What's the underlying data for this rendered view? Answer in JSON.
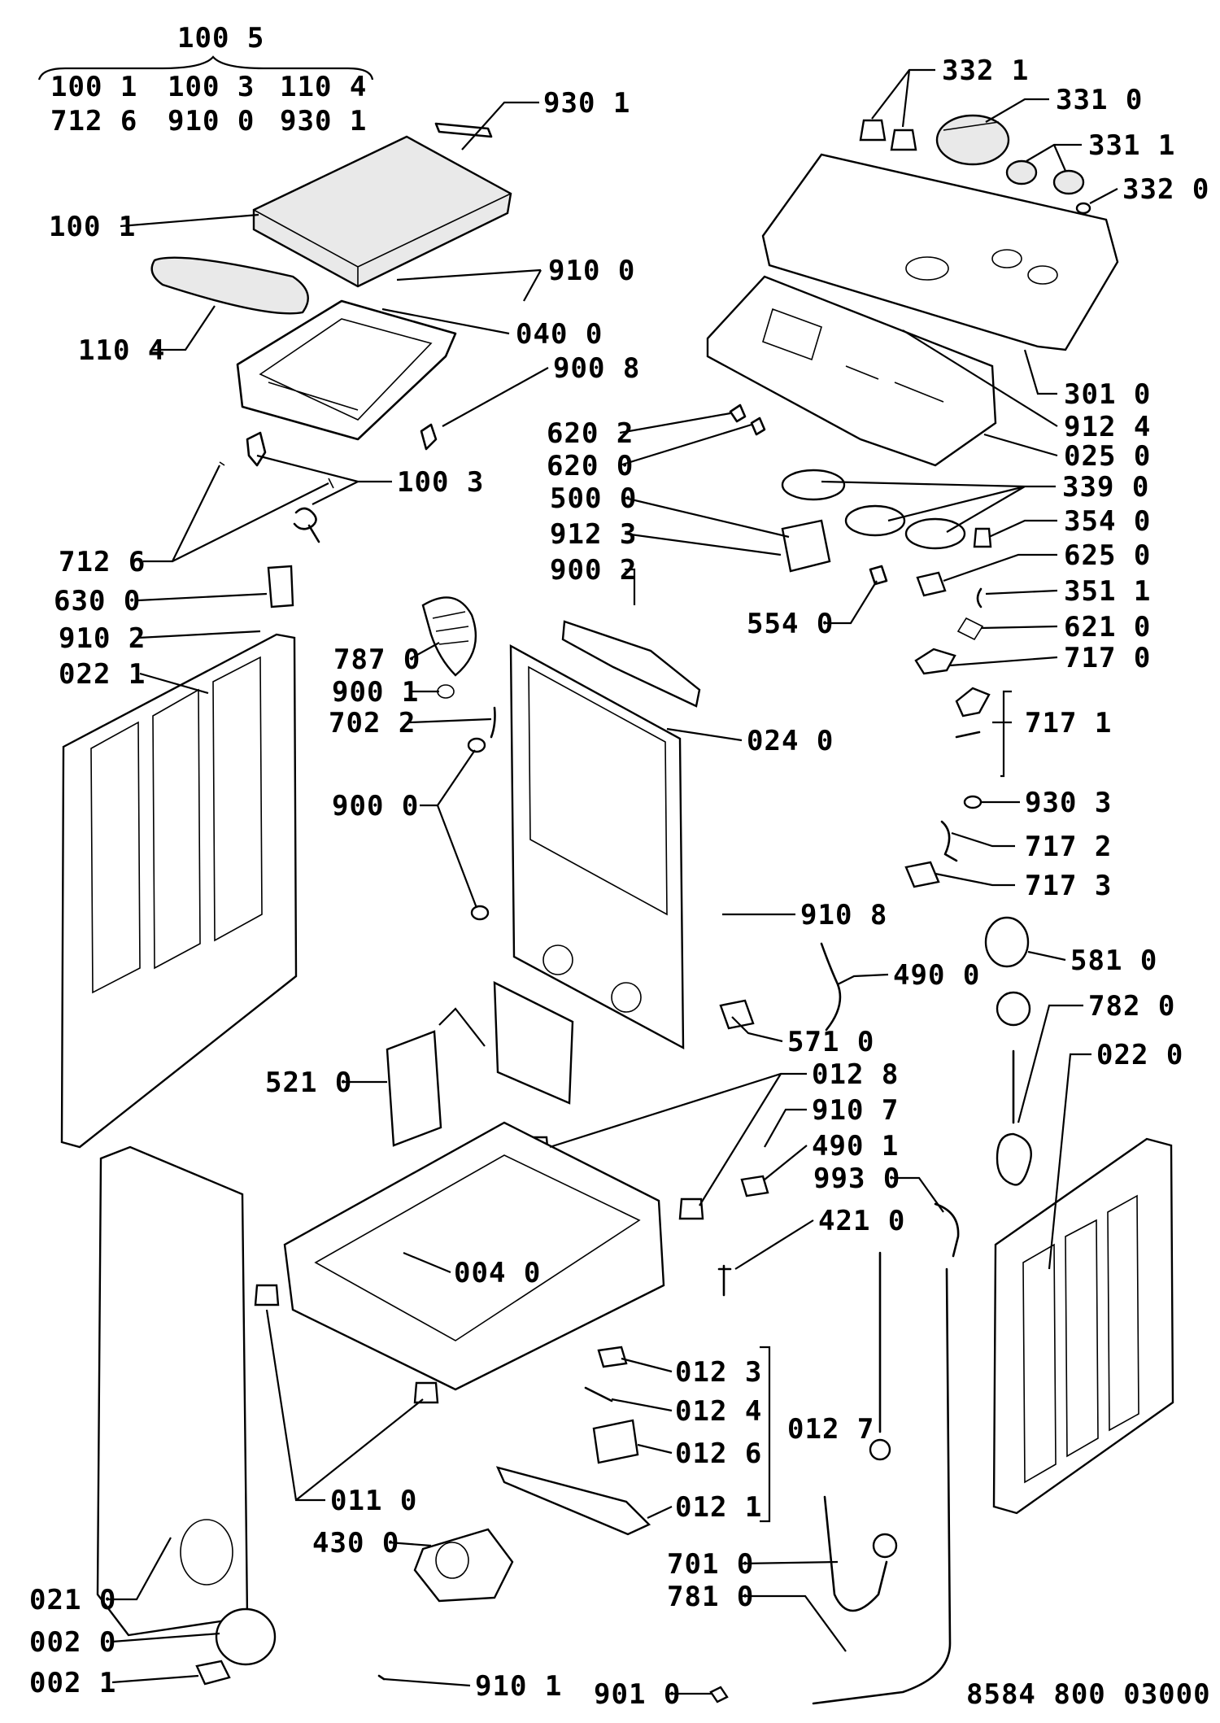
{
  "drawing_number": "8584 800 03000",
  "header": {
    "group_code": "100 5",
    "group_members_row1": [
      "100 1",
      "100 3",
      "110 4"
    ],
    "group_members_row2": [
      "712 6",
      "910 0",
      "930 1"
    ]
  },
  "parts": {
    "p9301": "930 1",
    "p1001": "100 1",
    "p9100": "910 0",
    "p1104": "110 4",
    "p0400": "040 0",
    "p9008": "900 8",
    "p1003": "100 3",
    "p7126": "712 6",
    "p6300": "630 0",
    "p9102": "910 2",
    "p0221": "022 1",
    "p3321": "332 1",
    "p3310": "331 0",
    "p3311": "331 1",
    "p3320": "332 0",
    "p3010": "301 0",
    "p9124": "912 4",
    "p0250": "025 0",
    "p6202": "620 2",
    "p6200": "620 0",
    "p5000": "500 0",
    "p9123": "912 3",
    "p9002": "900 2",
    "p3390": "339 0",
    "p3540": "354 0",
    "p6250": "625 0",
    "p5540": "554 0",
    "p3511": "351 1",
    "p6210": "621 0",
    "p7170": "717 0",
    "p7171": "717 1",
    "p7870": "787 0",
    "p9001": "900 1",
    "p7022": "702 2",
    "p0240": "024 0",
    "p9000": "900 0",
    "p9303": "930 3",
    "p7172": "717 2",
    "p7173": "717 3",
    "p9108": "910 8",
    "p5810": "581 0",
    "p4900": "490 0",
    "p7820": "782 0",
    "p5710": "571 0",
    "p0220": "022 0",
    "p5210": "521 0",
    "p0128": "012 8",
    "p9107": "910 7",
    "p4901": "490 1",
    "p9930": "993 0",
    "p4210": "421 0",
    "p0040": "004 0",
    "p0123": "012 3",
    "p0124": "012 4",
    "p0127": "012 7",
    "p0126": "012 6",
    "p0110": "011 0",
    "p0121": "012 1",
    "p4300": "430 0",
    "p7010": "701 0",
    "p0210": "021 0",
    "p7810": "781 0",
    "p0020": "002 0",
    "p0021": "002 1",
    "p9101": "910 1",
    "p9010": "901 0"
  }
}
